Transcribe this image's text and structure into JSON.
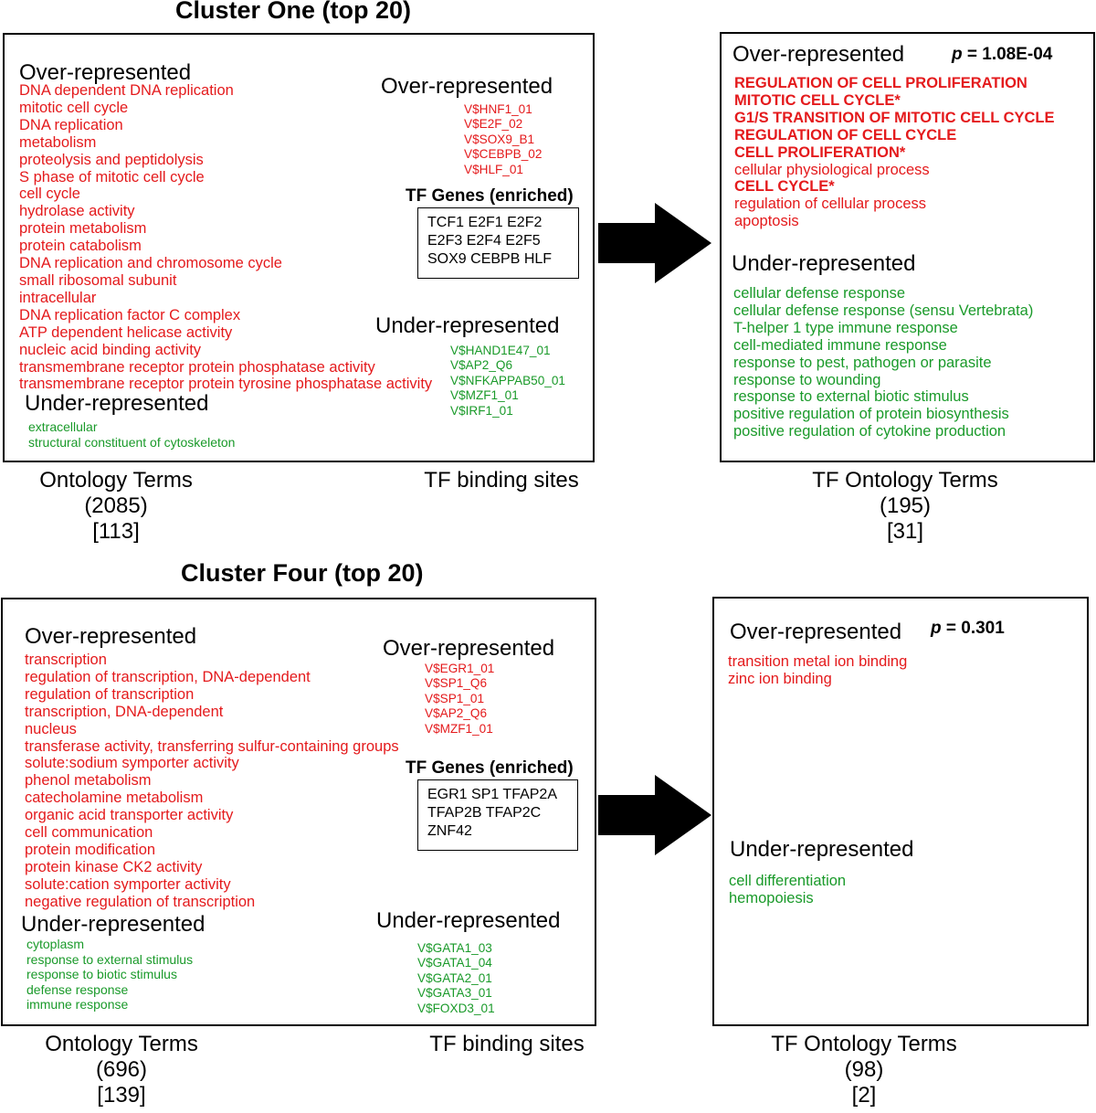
{
  "cluster_one": {
    "title": "Cluster One (top 20)",
    "ontology": {
      "over_heading": "Over-represented",
      "over_terms": [
        "DNA dependent DNA replication",
        "mitotic cell cycle",
        "DNA replication",
        "metabolism",
        "proteolysis and peptidolysis",
        "S phase of mitotic cell cycle",
        "cell cycle",
        "hydrolase activity",
        "protein metabolism",
        "protein catabolism",
        "DNA replication and chromosome cycle",
        "small ribosomal subunit",
        "intracellular",
        "DNA replication factor C complex",
        "ATP dependent helicase activity",
        "nucleic acid binding activity",
        "transmembrane receptor protein phosphatase activity",
        "transmembrane receptor protein tyrosine phosphatase activity"
      ],
      "under_heading": "Under-represented",
      "under_terms": [
        "extracellular",
        "structural constituent of cytoskeleton"
      ]
    },
    "tf_sites": {
      "over_heading": "Over-represented",
      "over_sites": [
        "V$HNF1_01",
        "V$E2F_02",
        "V$SOX9_B1",
        "V$CEBPB_02",
        "V$HLF_01"
      ],
      "genes_heading": "TF Genes (enriched)",
      "genes_lines": [
        "TCF1  E2F1  E2F2",
        "E2F3  E2F4  E2F5",
        "SOX9  CEBPB  HLF"
      ],
      "under_heading": "Under-represented",
      "under_sites": [
        "V$HAND1E47_01",
        "V$AP2_Q6",
        "V$NFKAPPAB50_01",
        "V$MZF1_01",
        "V$IRF1_01"
      ]
    },
    "captions": {
      "ontology": [
        "Ontology Terms",
        "(2085)",
        "[113]"
      ],
      "tf_sites": [
        "TF binding sites"
      ],
      "tf_ontology": [
        "TF Ontology Terms",
        "(195)",
        "[31]"
      ]
    },
    "tf_ontology": {
      "over_heading": "Over-represented",
      "p_label": "p",
      "p_value": " = 1.08E-04",
      "over_terms": [
        {
          "text": "REGULATION OF CELL PROLIFERATION",
          "bold": true
        },
        {
          "text": "MITOTIC CELL CYCLE*",
          "bold": true
        },
        {
          "text": "G1/S TRANSITION OF MITOTIC CELL CYCLE",
          "bold": true
        },
        {
          "text": "REGULATION OF CELL CYCLE",
          "bold": true
        },
        {
          "text": "CELL PROLIFERATION*",
          "bold": true
        },
        {
          "text": "cellular physiological process",
          "bold": false
        },
        {
          "text": "CELL CYCLE*",
          "bold": true
        },
        {
          "text": "regulation of cellular process",
          "bold": false
        },
        {
          "text": "apoptosis",
          "bold": false
        }
      ],
      "under_heading": "Under-represented",
      "under_terms": [
        "cellular defense response",
        "cellular defense response (sensu Vertebrata)",
        "T-helper 1 type immune response",
        "cell-mediated immune response",
        "response to pest, pathogen or parasite",
        "response to wounding",
        "response to external biotic stimulus",
        "positive regulation of protein biosynthesis",
        "positive regulation of cytokine production"
      ]
    }
  },
  "cluster_four": {
    "title": "Cluster Four (top 20)",
    "ontology": {
      "over_heading": "Over-represented",
      "over_terms": [
        "transcription",
        "regulation of transcription, DNA-dependent",
        "regulation of transcription",
        "transcription, DNA-dependent",
        "nucleus",
        "transferase activity, transferring sulfur-containing groups",
        "solute:sodium symporter activity",
        "phenol metabolism",
        "catecholamine metabolism",
        "organic acid transporter activity",
        "cell communication",
        "protein modification",
        "protein kinase CK2 activity",
        "solute:cation symporter activity",
        "negative regulation of transcription"
      ],
      "under_heading": "Under-represented",
      "under_terms": [
        "cytoplasm",
        "response to external stimulus",
        "response to biotic stimulus",
        "defense response",
        "immune response"
      ]
    },
    "tf_sites": {
      "over_heading": "Over-represented",
      "over_sites": [
        "V$EGR1_01",
        "V$SP1_Q6",
        "V$SP1_01",
        "V$AP2_Q6",
        "V$MZF1_01"
      ],
      "genes_heading": "TF Genes (enriched)",
      "genes_lines": [
        "EGR1  SP1  TFAP2A",
        "TFAP2B  TFAP2C",
        "ZNF42"
      ],
      "under_heading": "Under-represented",
      "under_sites": [
        "V$GATA1_03",
        "V$GATA1_04",
        "V$GATA2_01",
        "V$GATA3_01",
        "V$FOXD3_01"
      ]
    },
    "captions": {
      "ontology": [
        "Ontology Terms",
        "(696)",
        "[139]"
      ],
      "tf_sites": [
        "TF binding sites"
      ],
      "tf_ontology": [
        "TF Ontology Terms",
        "(98)",
        "[2]"
      ]
    },
    "tf_ontology": {
      "over_heading": "Over-represented",
      "p_label": "p",
      "p_value": " = 0.301",
      "over_terms": [
        {
          "text": "transition metal ion binding",
          "bold": false
        },
        {
          "text": "zinc ion binding",
          "bold": false
        }
      ],
      "under_heading": "Under-represented",
      "under_terms": [
        "cell differentiation",
        "hemopoiesis"
      ]
    }
  },
  "colors": {
    "over": "#e41a1c",
    "under": "#1a9a2a",
    "arrow": "#000000"
  }
}
